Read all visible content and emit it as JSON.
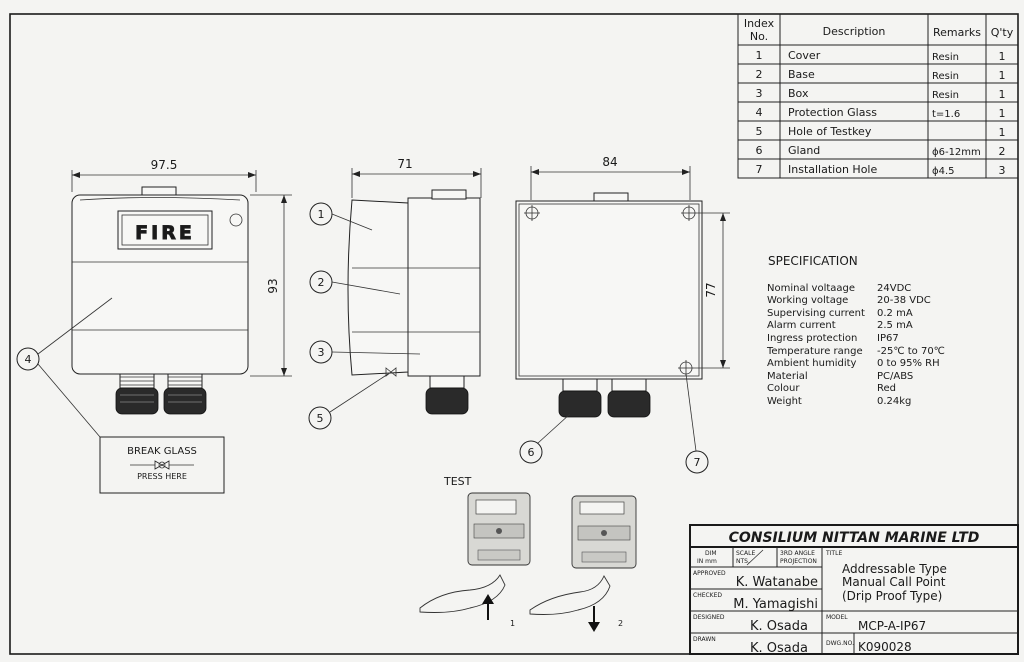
{
  "parts_table": {
    "headers": {
      "index": [
        "Index",
        "No."
      ],
      "description": "Description",
      "remarks": "Remarks",
      "qty": "Q'ty"
    },
    "rows": [
      {
        "index": "1",
        "description": "Cover",
        "remarks": "Resin",
        "qty": "1"
      },
      {
        "index": "2",
        "description": "Base",
        "remarks": "Resin",
        "qty": "1"
      },
      {
        "index": "3",
        "description": "Box",
        "remarks": "Resin",
        "qty": "1"
      },
      {
        "index": "4",
        "description": "Protection Glass",
        "remarks": "t=1.6",
        "qty": "1"
      },
      {
        "index": "5",
        "description": "Hole of Testkey",
        "remarks": "",
        "qty": "1"
      },
      {
        "index": "6",
        "description": "Gland",
        "remarks": "ϕ6-12mm",
        "qty": "2"
      },
      {
        "index": "7",
        "description": "Installation Hole",
        "remarks": "ϕ4.5",
        "qty": "3"
      }
    ]
  },
  "dimensions": {
    "front_width": "97.5",
    "front_height": "93",
    "side_width": "71",
    "back_width": "84",
    "back_height": "77"
  },
  "front_view": {
    "fire_label": "FIRE",
    "break_glass_title": "BREAK GLASS",
    "break_glass_press": "PRESS HERE"
  },
  "callouts": [
    "1",
    "2",
    "3",
    "4",
    "5",
    "6",
    "7"
  ],
  "specification": {
    "title": "SPECIFICATION",
    "rows": [
      {
        "label": "Nominal voltaage",
        "value": "24VDC"
      },
      {
        "label": "Working voltage",
        "value": "20-38 VDC"
      },
      {
        "label": "Supervising current",
        "value": "0.2 mA"
      },
      {
        "label": "Alarm current",
        "value": "2.5 mA"
      },
      {
        "label": "Ingress protection",
        "value": "IP67"
      },
      {
        "label": "Temperature range",
        "value": "-25℃ to 70℃"
      },
      {
        "label": "Ambient humidity",
        "value": "0 to 95% RH"
      },
      {
        "label": "Material",
        "value": "PC/ABS"
      },
      {
        "label": "Colour",
        "value": "Red"
      },
      {
        "label": "Weight",
        "value": "0.24kg"
      }
    ]
  },
  "test": {
    "label": "TEST",
    "step1": "1",
    "step2": "2"
  },
  "title_block": {
    "company": "CONSILIUM NITTAN MARINE LTD",
    "dim_label": "DIM",
    "dim_unit": "IN  mm",
    "scale_label": "SCALE",
    "scale_value": "NTS.",
    "projection_1": "3RD ANGLE",
    "projection_2": "PROJECTION",
    "title_label": "TITLE",
    "title_lines": [
      "Addressable Type",
      "Manual Call Point",
      "(Drip Proof Type)"
    ],
    "approved_label": "APPROVED",
    "approved_name": "K. Watanabe",
    "checked_label": "CHECKED",
    "checked_name": "M. Yamagishi",
    "designed_label": "DESIGNED",
    "designed_name": "K. Osada",
    "drawn_label": "DRAWN",
    "drawn_name": "K. Osada",
    "model_label": "MODEL",
    "model_value": "MCP-A-IP67",
    "dwg_label": "DWG.NO.",
    "dwg_value": "K090028"
  }
}
